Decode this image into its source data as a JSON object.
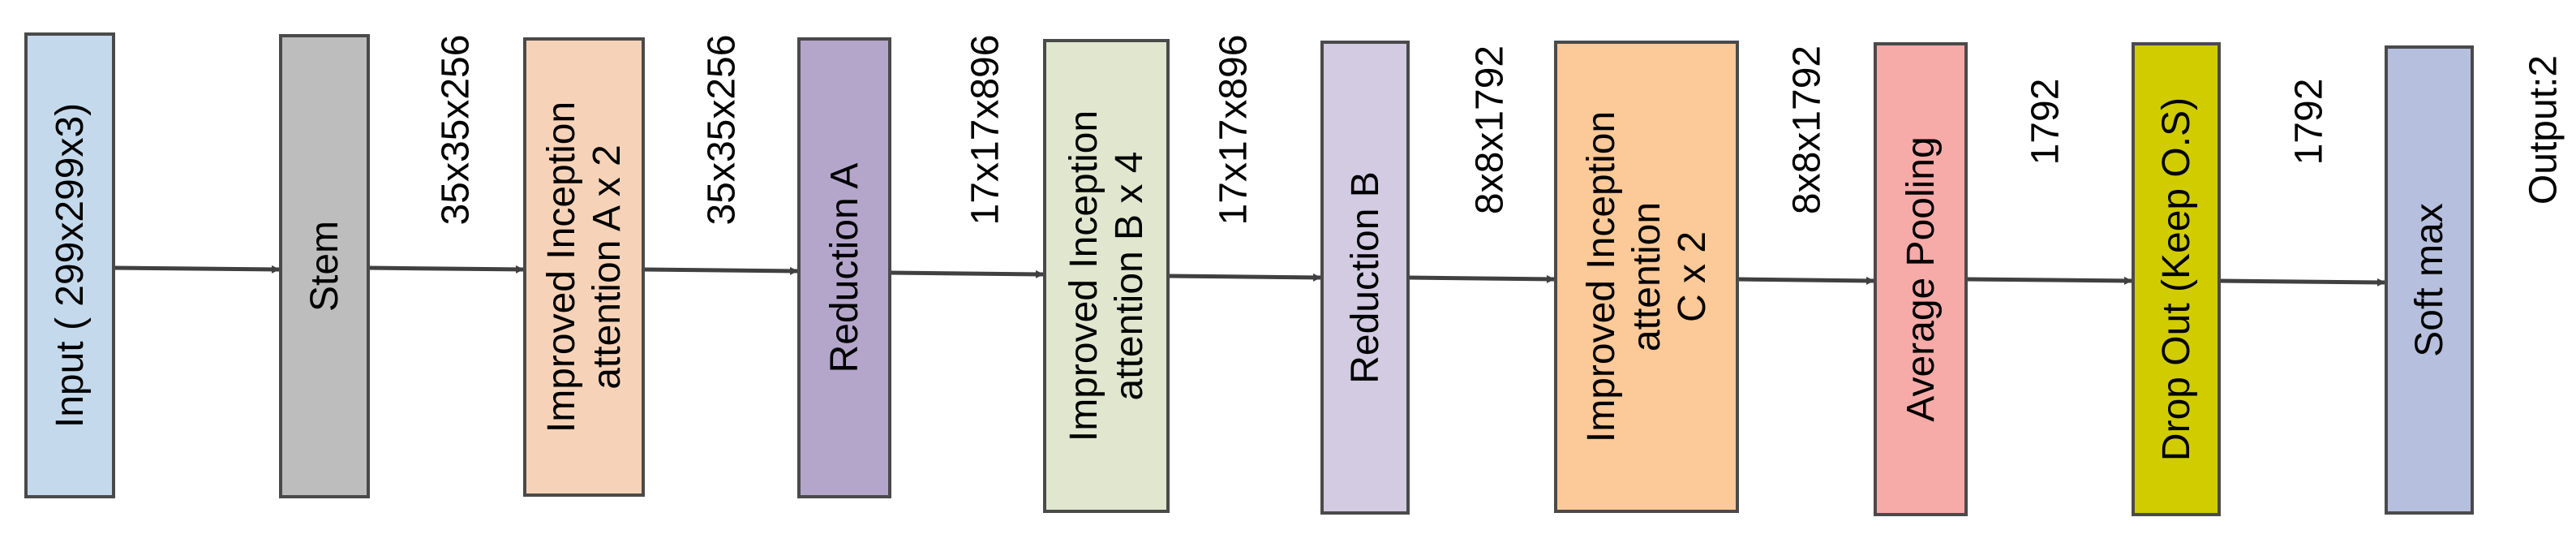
{
  "blocks": [
    {
      "lines": [
        "Input ( 299x299x3)"
      ],
      "color": "#c5d9ec"
    },
    {
      "lines": [
        "Stem"
      ],
      "color": "#bdbdbd"
    },
    {
      "lines": [
        "Improved Inception",
        "attention A x 2"
      ],
      "color": "#f6d3b8"
    },
    {
      "lines": [
        "Reduction A"
      ],
      "color": "#b4a6cb"
    },
    {
      "lines": [
        "Improved Inception",
        "attention B x 4"
      ],
      "color": "#e1e6cf"
    },
    {
      "lines": [
        "Reduction B"
      ],
      "color": "#d2cbe2"
    },
    {
      "lines": [
        "Improved Inception",
        "attention",
        "C x 2"
      ],
      "color": "#fcc998"
    },
    {
      "lines": [
        "Average Pooling"
      ],
      "color": "#f6aba8"
    },
    {
      "lines": [
        "Drop Out (Keep O.S)"
      ],
      "color": "#d0cc00"
    },
    {
      "lines": [
        "Soft max"
      ],
      "color": "#b6c0de"
    }
  ],
  "edge_labels": [
    "35x35x256",
    "35x35x256",
    "17x17x896",
    "17x17x896",
    "8x8x1792",
    "8x8x1792",
    "1792",
    "1792"
  ],
  "output_label": "Output:2"
}
